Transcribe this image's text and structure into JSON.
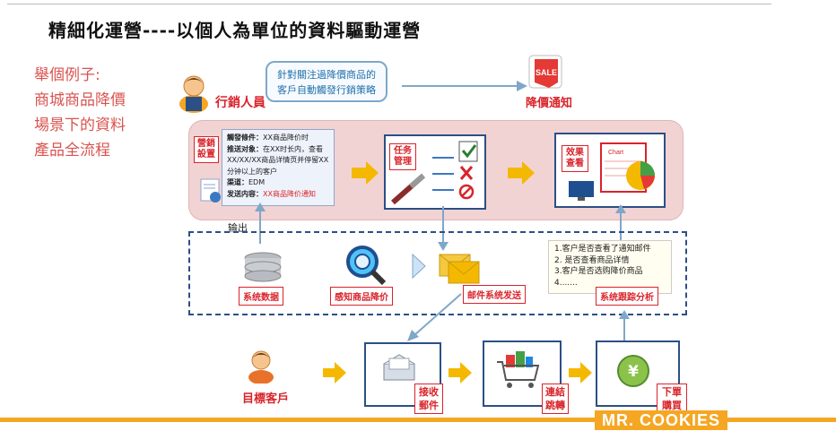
{
  "title": "精細化運營----以個人為單位的資料驅動運營",
  "side_note": [
    "舉個例子:",
    "商城商品降價",
    "場景下的資料",
    "產品全流程"
  ],
  "marketer": {
    "label": "行銷人員"
  },
  "bubble": {
    "lines": [
      "針對關注過降價商品的",
      "客戶自動觸發行銷策略"
    ]
  },
  "price_notice": {
    "label": "降價通知",
    "badge": "SALE"
  },
  "marketing_setup": {
    "tag": [
      "營銷",
      "設置"
    ],
    "rows": [
      {
        "key": "觸發條件：",
        "value": "XX商品降价时"
      },
      {
        "key": "推送对象：",
        "value": "在XX时长内，查看XX/XX/XX商品详情页并停留XX分钟以上的客户"
      },
      {
        "key": "渠道：",
        "value": "EDM"
      },
      {
        "key": "发送内容：",
        "value": "XX商品降价通知"
      }
    ]
  },
  "task_mgmt": {
    "tag": [
      "任务",
      "管理"
    ]
  },
  "effect_view": {
    "tag": [
      "效果",
      "查看"
    ],
    "chart_word": "Chart"
  },
  "output_label": "输出",
  "system_data": {
    "label": "系统数据"
  },
  "sense_price": {
    "label": "感知商品降价"
  },
  "mail_send": {
    "label": "邮件系统发送"
  },
  "tracking": {
    "items": [
      "1.客户是否查看了通知邮件",
      "2. 是否查看商品详情",
      "3.客户是否选购降价商品",
      "4......."
    ],
    "label": "系统跟踪分析"
  },
  "customer": {
    "label": "目標客戶"
  },
  "steps": [
    {
      "tag": [
        "接收",
        "郵件"
      ]
    },
    {
      "tag": [
        "連結",
        "跳轉"
      ]
    },
    {
      "tag": [
        "下單",
        "購買"
      ]
    }
  ],
  "yen_symbol": "¥",
  "brand": "MR. COOKIES",
  "colors": {
    "accent_red": "#d9232a",
    "navy": "#2c4f86",
    "orange": "#f5a623",
    "band_pink": "#f2d3d3"
  }
}
